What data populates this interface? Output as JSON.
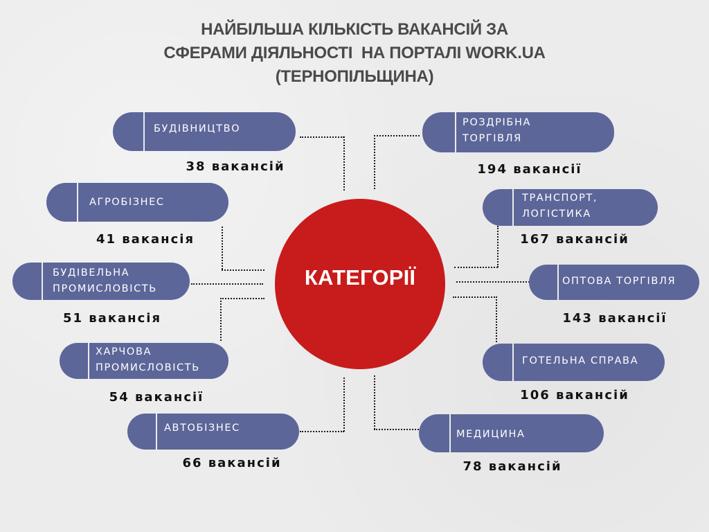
{
  "title": {
    "line1": "НАЙБІЛЬША КІЛЬКІСТЬ ВАКАНСІЙ ЗА",
    "line2": "СФЕРАМИ ДІЯЛЬНОСТІ  НА ПОРТАЛІ WORK.UA",
    "line3": "(ТЕРНОПІЛЬЩИНА)"
  },
  "hub": {
    "label": "КАТЕГОРІЇ",
    "color": "#c81b1b"
  },
  "colors": {
    "pill": "#5c6699",
    "background": "#ececec",
    "text": "#111111"
  },
  "categories": [
    {
      "name": "БУДІВНИЦТВО",
      "value": "38 вакансій",
      "count": 38
    },
    {
      "name": "АГРОБІЗНЕС",
      "value": "41 вакансія",
      "count": 41
    },
    {
      "name": "БУДІВЕЛЬНА\nПРОМИСЛОВІСТЬ",
      "value": "51 вакансія",
      "count": 51
    },
    {
      "name": "ХАРЧОВА\nПРОМИСЛОВІСТЬ",
      "value": "54 вакансії",
      "count": 54
    },
    {
      "name": "АВТОБІЗНЕС",
      "value": "66 вакансій",
      "count": 66
    },
    {
      "name": "РОЗДРІБНА\nТОРГІВЛЯ",
      "value": "194 вакансії",
      "count": 194
    },
    {
      "name": "ТРАНСПОРТ,\nЛОГІСТИКА",
      "value": "167 вакансій",
      "count": 167
    },
    {
      "name": "ОПТОВА ТОРГІВЛЯ",
      "value": "143 вакансії",
      "count": 143
    },
    {
      "name": "ГОТЕЛЬНА СПРАВА",
      "value": "106 вакансій",
      "count": 106
    },
    {
      "name": "МЕДИЦИНА",
      "value": "78 вакансій",
      "count": 78
    }
  ]
}
